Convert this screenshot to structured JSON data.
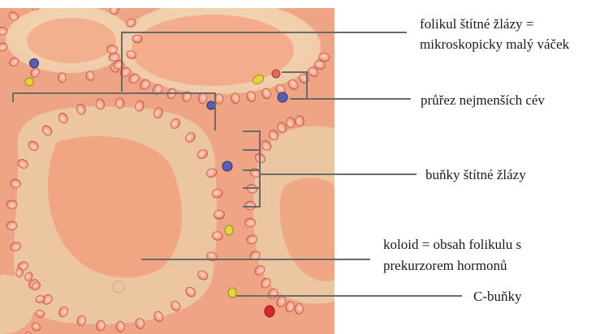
{
  "labels": {
    "follicle": [
      "folikul štítné žlázy =",
      "mikroskopicky malý váček"
    ],
    "vessels": "průřez nejmenších cév",
    "cells": "buňky štítné žlázy",
    "colloid": [
      "koloid = obsah folikulu s",
      "prekurzorem hormonů"
    ],
    "c_cells": "C-buňky"
  },
  "colors": {
    "tissue": "#f2a184",
    "colloid_pale": "#f6d7b3",
    "colloid_core": "#f2aa86",
    "nucleus": "#d85e4e",
    "blue_dot": "#5a5fb0",
    "yellow_dot": "#e7d43a",
    "red_dot": "#d8262b",
    "leader_line": "#6a6a6a"
  }
}
